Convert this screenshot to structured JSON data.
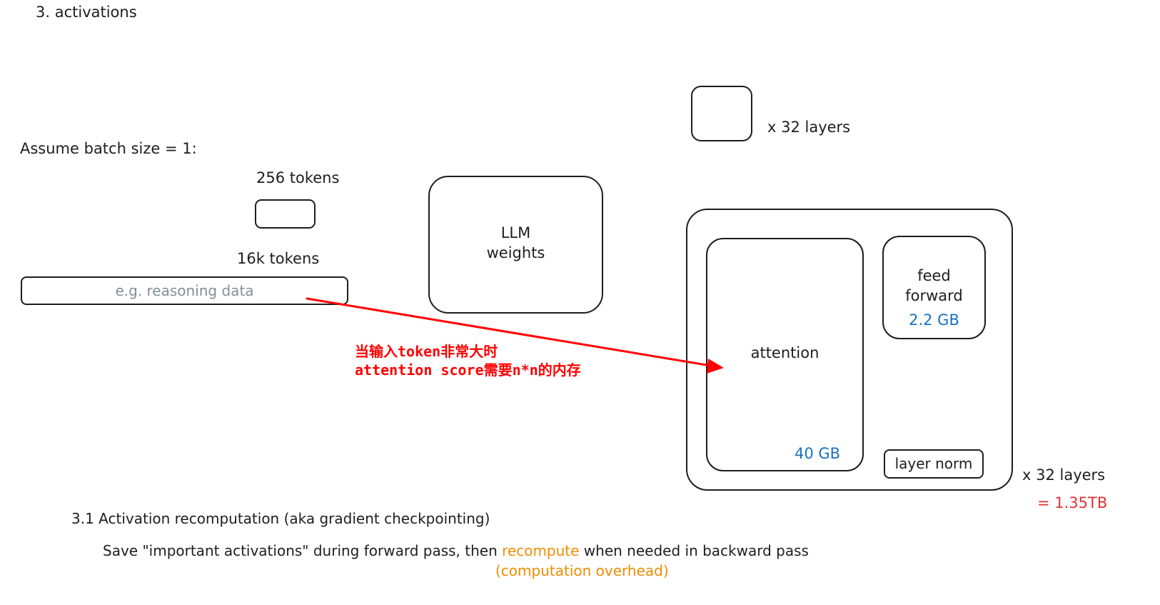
{
  "section_title": "3. activations",
  "assumption": "Assume batch size = 1:",
  "small_input": {
    "label": "256 tokens"
  },
  "large_input": {
    "label": "16k tokens",
    "placeholder": "e.g. reasoning data"
  },
  "llm_weights": {
    "line1": "LLM",
    "line2": "weights"
  },
  "layer_stack_top": {
    "label": "x 32 layers"
  },
  "transformer_layer": {
    "attention": {
      "label": "attention",
      "size": "40 GB"
    },
    "feed_forward": {
      "line1": "feed",
      "line2": "forward",
      "size": "2.2 GB"
    },
    "layer_norm": {
      "label": "layer norm"
    },
    "repeat": "x 32 layers",
    "total": "= 1.35TB"
  },
  "annotation": {
    "line1": "当输入token非常大时",
    "line2": "attention score需要n*n的内存"
  },
  "subsection": {
    "title": "3.1 Activation recomputation (aka gradient checkpointing)",
    "desc_part1": "Save \"important activations\" during forward pass, then ",
    "desc_highlight": "recompute",
    "desc_part2": " when needed in backward pass",
    "overhead": "(computation overhead)"
  },
  "colors": {
    "stroke": "#1e1e1e",
    "blue": "#1971c2",
    "red": "#e03131",
    "orange": "#f08c00",
    "annotation_red": "#ff0000",
    "placeholder_grey": "#868e96"
  }
}
